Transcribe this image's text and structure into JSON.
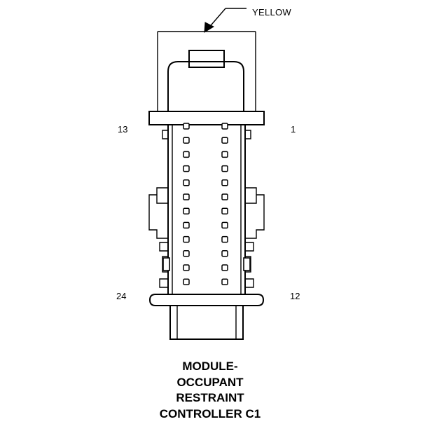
{
  "diagram": {
    "wire_color_label": "YELLOW",
    "pin_labels": {
      "top_left": "13",
      "top_right": "1",
      "bottom_left": "24",
      "bottom_right": "12"
    },
    "pins": {
      "rows": 12,
      "columns": 2
    },
    "title_lines": [
      "MODULE-",
      "OCCUPANT",
      "RESTRAINT",
      "CONTROLLER C1"
    ]
  }
}
